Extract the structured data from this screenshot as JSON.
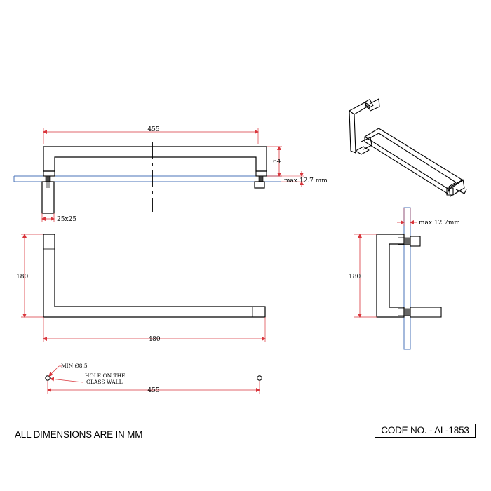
{
  "colors": {
    "outline": "#000000",
    "dimension": "#d9353b",
    "glass": "#4a73b8"
  },
  "top_view": {
    "width_label": "455",
    "height_label": "64",
    "glass_label": "max 12.7 mm",
    "section_label": "25x25"
  },
  "side_view": {
    "height_label": "180",
    "length_label": "480"
  },
  "hole_view": {
    "min_label": "MIN Ø8.5",
    "hole_label_line1": "HOLE ON THE",
    "hole_label_line2": "GLASS WALL",
    "spacing_label": "455"
  },
  "right_view": {
    "glass_label": "max 12.7mm",
    "height_label": "180"
  },
  "footer": {
    "note": "ALL DIMENSIONS ARE IN MM",
    "code": "CODE NO. - AL-1853"
  }
}
